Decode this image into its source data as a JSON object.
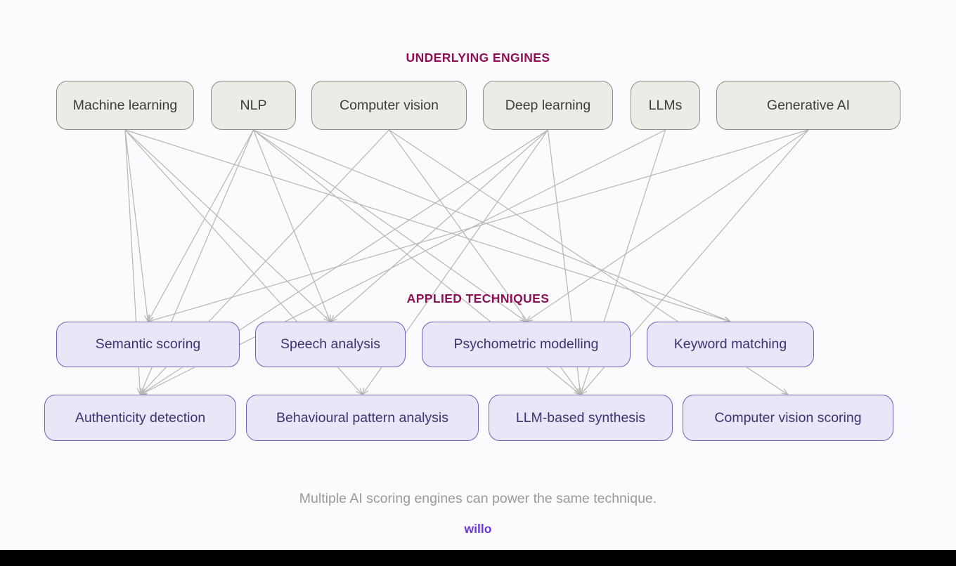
{
  "header": {
    "engines_title": "UNDERLYING ENGINES",
    "techniques_title": "APPLIED TECHNIQUES"
  },
  "engines": [
    {
      "id": "ml",
      "label": "Machine learning"
    },
    {
      "id": "nlp",
      "label": "NLP"
    },
    {
      "id": "cv",
      "label": "Computer vision"
    },
    {
      "id": "dl",
      "label": "Deep learning"
    },
    {
      "id": "llms",
      "label": "LLMs"
    },
    {
      "id": "genai",
      "label": "Generative AI"
    }
  ],
  "techniques": [
    {
      "id": "semantic",
      "label": "Semantic scoring"
    },
    {
      "id": "speech",
      "label": "Speech analysis"
    },
    {
      "id": "psychometric",
      "label": "Psychometric modelling"
    },
    {
      "id": "keyword",
      "label": "Keyword matching"
    },
    {
      "id": "authenticity",
      "label": "Authenticity detection"
    },
    {
      "id": "behavioural",
      "label": "Behavioural pattern analysis"
    },
    {
      "id": "llm_synthesis",
      "label": "LLM-based synthesis"
    },
    {
      "id": "cv_scoring",
      "label": "Computer vision scoring"
    }
  ],
  "edges": [
    [
      "ml",
      "semantic"
    ],
    [
      "ml",
      "speech"
    ],
    [
      "ml",
      "behavioural"
    ],
    [
      "ml",
      "keyword"
    ],
    [
      "ml",
      "authenticity"
    ],
    [
      "nlp",
      "semantic"
    ],
    [
      "nlp",
      "speech"
    ],
    [
      "nlp",
      "psychometric"
    ],
    [
      "nlp",
      "keyword"
    ],
    [
      "nlp",
      "authenticity"
    ],
    [
      "nlp",
      "llm_synthesis"
    ],
    [
      "cv",
      "authenticity"
    ],
    [
      "cv",
      "llm_synthesis"
    ],
    [
      "cv",
      "cv_scoring"
    ],
    [
      "dl",
      "speech"
    ],
    [
      "dl",
      "authenticity"
    ],
    [
      "dl",
      "behavioural"
    ],
    [
      "dl",
      "llm_synthesis"
    ],
    [
      "llms",
      "authenticity"
    ],
    [
      "llms",
      "llm_synthesis"
    ],
    [
      "genai",
      "semantic"
    ],
    [
      "genai",
      "psychometric"
    ],
    [
      "genai",
      "llm_synthesis"
    ]
  ],
  "footer": {
    "caption": "Multiple AI scoring engines can power the same technique.",
    "brand": "willo"
  },
  "colors": {
    "background": "#fbfafc",
    "title": "#8e0f56",
    "engine_fill": "#edebe6",
    "engine_border": "#8d8b84",
    "engine_text": "#3e3c38",
    "technique_fill": "#e9e6f8",
    "technique_border": "#6e61b8",
    "technique_text": "#3d346f",
    "line": "#b9b6b0",
    "caption": "#9b9a9a",
    "brand": "#6a35e3",
    "bottom_bar": "#000000"
  }
}
